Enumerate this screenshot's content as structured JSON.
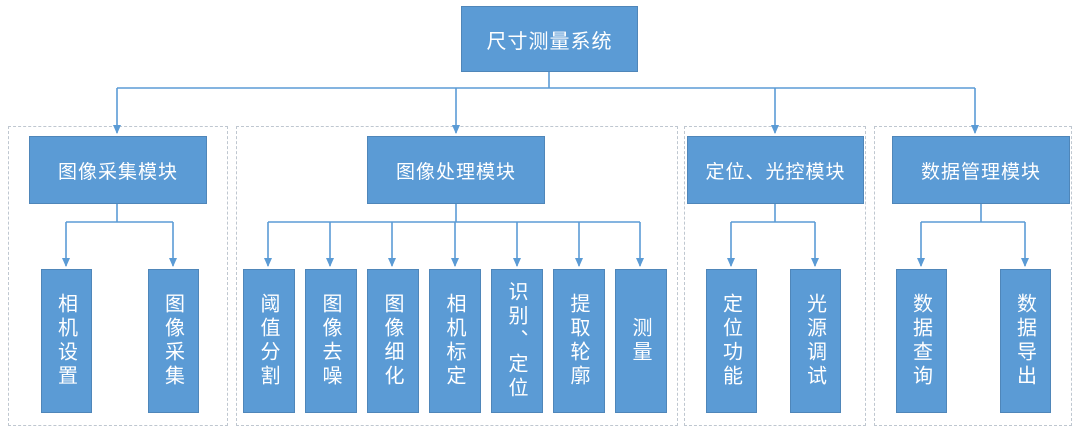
{
  "root": {
    "label": "尺寸测量系统"
  },
  "modules": [
    {
      "label": "图像采集模块",
      "children": [
        "相机设置",
        "图像采集"
      ]
    },
    {
      "label": "图像处理模块",
      "children": [
        "阈值分割",
        "图像去噪",
        "图像细化",
        "相机标定",
        "识别、定位",
        "提取轮廓",
        "测量"
      ]
    },
    {
      "label": "定位、光控模块",
      "children": [
        "定位功能",
        "光源调试"
      ]
    },
    {
      "label": "数据管理模块",
      "children": [
        "数据查询",
        "数据导出"
      ]
    }
  ],
  "colors": {
    "node_fill": "#5b9bd5",
    "connector": "#5b9bd5",
    "group_border": "#bfc7d0"
  }
}
